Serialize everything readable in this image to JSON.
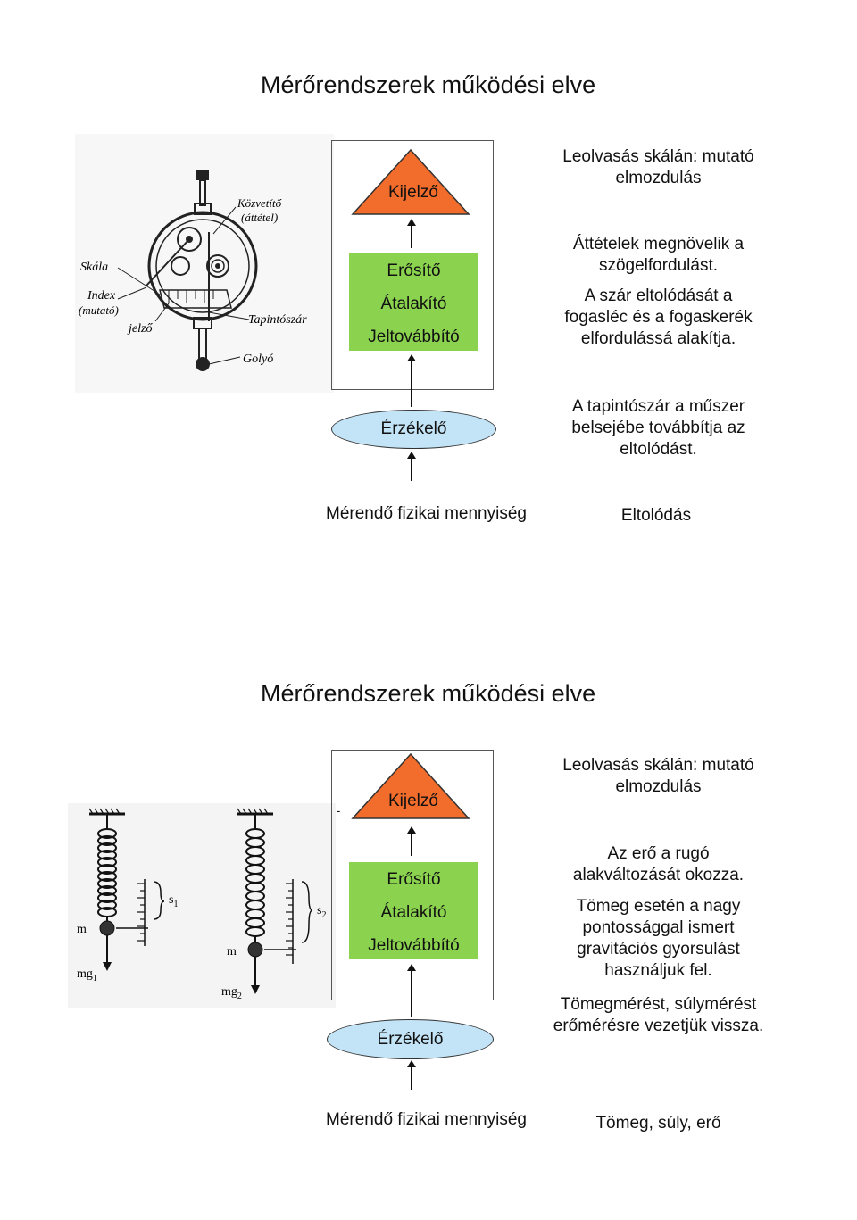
{
  "slide1": {
    "title": "Mérőrendszerek működési elve",
    "display": "Kijelző",
    "amplifier": "Erősítő",
    "converter": "Átalakító",
    "transmitter": "Jeltovábbító",
    "sensor": "Érzékelő",
    "measured": "Mérendő fizikai mennyiség",
    "quantity": "Eltolódás",
    "notes": {
      "reading": [
        "Leolvasás skálán: mutató",
        "elmozdulás"
      ],
      "gearing": [
        "Áttételek megnövelik a",
        "szögelfordulást."
      ],
      "rack": [
        "A szár eltolódását a",
        "fogasléc és a fogaskerék",
        "elfordulássá alakítja."
      ],
      "stylus": [
        "A tapintószár a műszer",
        "belsejébe továbbítja az",
        "eltolódást."
      ]
    },
    "gauge_labels": {
      "kozvetito": "Közvetítő",
      "attetel": "(áttétel)",
      "skala": "Skála",
      "index": "Index",
      "mutato": "(mutató)",
      "jelzo": "jelző",
      "tapintoszar": "Tapintószár",
      "golyo": "Golyó"
    }
  },
  "slide2": {
    "title": "Mérőrendszerek működési elve",
    "display": "Kijelző",
    "amplifier": "Erősítő",
    "converter": "Átalakító",
    "transmitter": "Jeltovábbító",
    "sensor": "Érzékelő",
    "measured": "Mérendő fizikai mennyiség",
    "quantity": "Tömeg, súly, erő",
    "notes": {
      "reading": [
        "Leolvasás skálán: mutató",
        "elmozdulás"
      ],
      "force": [
        "Az erő a rugó",
        "alakváltozását okozza."
      ],
      "gravity": [
        "Tömeg esetén a nagy",
        "pontossággal ismert",
        "gravitációs gyorsulást",
        "használjuk fel."
      ],
      "reduce": [
        "Tömegmérést, súlymérést",
        "erőmérésre vezetjük vissza."
      ]
    },
    "spring_labels": {
      "mass1": "m",
      "mg1": "mg",
      "mg1_sub": "1",
      "s1": "s",
      "s1_sub": "1",
      "mass2": "m",
      "mg2": "mg",
      "mg2_sub": "2",
      "s2": "s",
      "s2_sub": "2",
      "dash": "-"
    }
  },
  "colors": {
    "triangle": "#f26c2b",
    "green": "#8bd24f",
    "ellipse": "#c3e4f7"
  }
}
